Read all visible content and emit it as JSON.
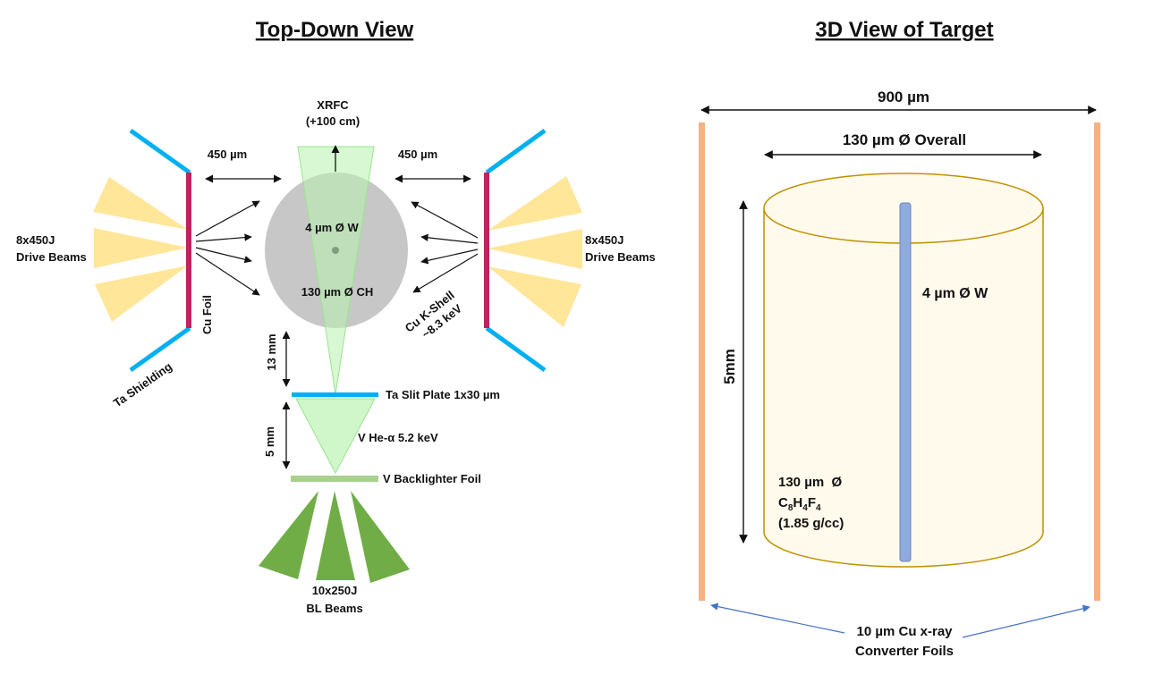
{
  "headings": {
    "left": "Top-Down View",
    "right": "3D View of Target"
  },
  "top_down": {
    "xrfc_line1": "XRFC",
    "xrfc_line2": "(+100 cm)",
    "gap_left": "450 µm",
    "gap_right": "450 µm",
    "drive_left_line1": "8x450J",
    "drive_left_line2": "Drive Beams",
    "drive_right_line1": "8x450J",
    "drive_right_line2": "Drive Beams",
    "wire_label": "4 µm Ø W",
    "target_label": "130 µm Ø CH",
    "cu_foil": "Cu Foil",
    "ta_shielding": "Ta Shielding",
    "kshell_line1": "Cu K-Shell",
    "kshell_line2": "~8.3 keV",
    "dist_13": "13 mm",
    "slit_plate": "Ta Slit Plate 1x30 µm",
    "dist_5": "5 mm",
    "he_alpha": "V He-α 5.2 keV",
    "backlighter": "V Backlighter Foil",
    "bl_line1": "10x250J",
    "bl_line2": "BL Beams"
  },
  "target_3d": {
    "width_label": "900 µm",
    "overall_label": "130 µm Ø Overall",
    "height_label": "5mm",
    "wire_label": "4 µm Ø W",
    "ch_line1": "130 µm  Ø",
    "ch_formula": {
      "c": "C",
      "c_sub": "8",
      "h": "H",
      "h_sub": "4",
      "f": "F",
      "f_sub": "4"
    },
    "density": "(1.85 g/cc)",
    "foils_line1": "10 µm Cu x-ray",
    "foils_line2": "Converter Foils"
  },
  "colors": {
    "foil_magenta": "#c0215f",
    "shield_blue": "#00b0f0",
    "drive_beam": "#ffe699",
    "target_grey": "#c8c7c8",
    "xray_cone": "#b6f2ad",
    "bl_beam": "#70ad47",
    "backlighter_foil": "#a9d18e",
    "wire_blue": "#8faadc",
    "cylinder_fill": "#fffaeb",
    "cylinder_edge": "#bf9000",
    "cu_foil_orange": "#f4b183",
    "callout_blue": "#4472c4"
  }
}
